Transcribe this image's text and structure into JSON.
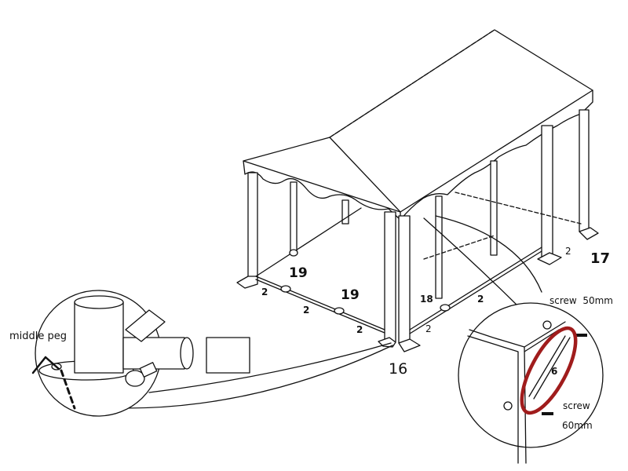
{
  "labels": {
    "middle_peg": "middle peg",
    "part_19_a": "19",
    "part_19_b": "19",
    "part_18": "18",
    "part_17": "17",
    "part_16": "16",
    "part_6": "6",
    "part_2": [
      "2",
      "2",
      "2",
      "2",
      "2",
      "2"
    ],
    "screw_top": "screw  50mm",
    "screw_bottom": "screw",
    "screw_bottom_size": "60mm"
  },
  "colors": {
    "highlight_ring": "#a01c1c",
    "line": "#111111"
  }
}
